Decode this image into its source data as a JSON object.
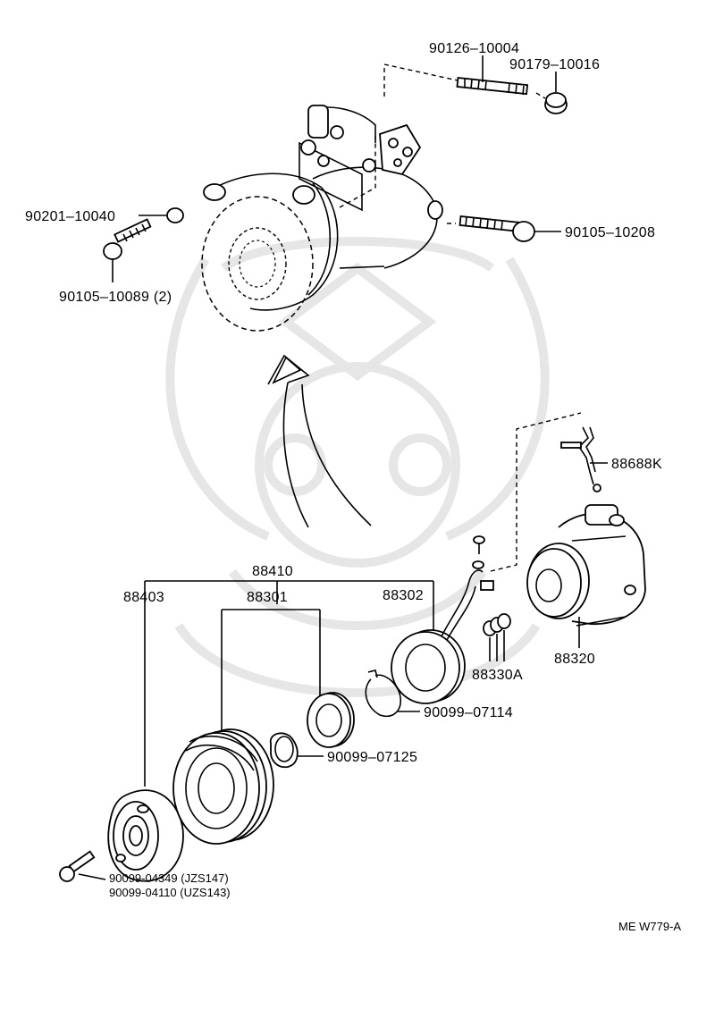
{
  "labels": {
    "p90126_10004": "90126–10004",
    "p90179_10016": "90179–10016",
    "p90201_10040": "90201–10040",
    "p90105_10208": "90105–10208",
    "p90105_10089": "90105–10089 (2)",
    "p88688K": "88688K",
    "p88410": "88410",
    "p88403": "88403",
    "p88301": "88301",
    "p88302": "88302",
    "p88320": "88320",
    "p88330A": "88330A",
    "p90099_07114": "90099–07114",
    "p90099_07125": "90099–07125",
    "p90099_04349": "90099-04349 (JZS147)",
    "p90099_04110": "90099-04110 (UZS143)"
  },
  "figure_code": "ME W779-A"
}
